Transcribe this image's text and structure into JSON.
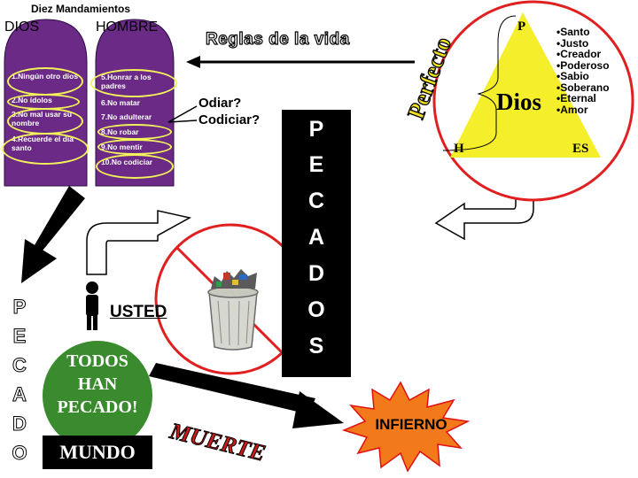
{
  "tablets": {
    "title": "Diez Mandamientos",
    "dios": {
      "header": "DIOS",
      "items": [
        "1.Ningún otro dios",
        "2.No ídolos",
        "3.No mal usar su nombre",
        "4.Recuerde el día santo"
      ]
    },
    "hombre": {
      "header": "HOMBRE",
      "items": [
        "5.Honrar a los padres",
        "6.No matar",
        "7.No adulterar",
        "8.No robar",
        "9.No mentir",
        "10.No codiciar"
      ]
    }
  },
  "reglas_label": "Reglas de la vida",
  "odiar_label": "Odiar?",
  "codiciar_label": "Codiciar?",
  "pecados_letters": [
    "P",
    "E",
    "C",
    "A",
    "D",
    "O",
    "S"
  ],
  "pecado_letters": [
    "P",
    "E",
    "C",
    "A",
    "D",
    "O"
  ],
  "usted_label": "USTED",
  "todos_lines": [
    "TODOS",
    "HAN",
    "PECADO!"
  ],
  "mundo_label": "MUNDO",
  "muerte_label": "MUERTE",
  "infierno_label": "INFIERNO",
  "triangle": {
    "perfecto_label": "Perfecto",
    "top": "P",
    "center": "Dios",
    "bottom_left": "H",
    "bottom_right": "ES",
    "attributes": [
      "•Santo",
      "•Justo",
      "•Creador",
      "•Poderoso",
      "•Sabio",
      "•Soberano",
      "•Eternal",
      "•Amor"
    ]
  },
  "colors": {
    "tablet": "#6a2a86",
    "oval": "#f2f25a",
    "triangle": "#f5ee2a",
    "ring": "#e02020",
    "world": "#3a8a2e",
    "fire": "#f27a1a",
    "fire_edge": "#e01010"
  }
}
